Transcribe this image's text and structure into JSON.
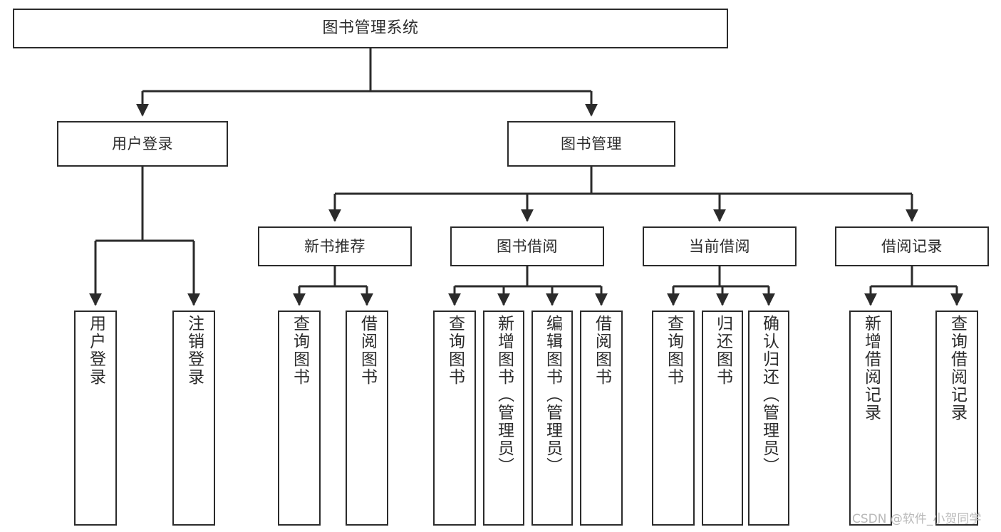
{
  "diagram": {
    "type": "hierarchy-tree",
    "title": "图书管理系统",
    "watermark": "CSDN @软件_小贺同学",
    "colors": {
      "box_border": "#2b2b2b",
      "box_fill": "#ffffff",
      "connector": "#2b2b2b",
      "text": "#2b2b2b",
      "watermark": "#b9b9b9"
    },
    "nodes": {
      "root": {
        "label": "图书管理系统"
      },
      "level2": [
        {
          "label": "用户登录"
        },
        {
          "label": "图书管理"
        }
      ],
      "level3": [
        {
          "label": "新书推荐"
        },
        {
          "label": "图书借阅"
        },
        {
          "label": "当前借阅"
        },
        {
          "label": "借阅记录"
        }
      ],
      "leaves": {
        "user_login": [
          {
            "label": "用户登录"
          },
          {
            "label": "注销登录"
          }
        ],
        "new_book_recommend": [
          {
            "label": "查询图书"
          },
          {
            "label": "借阅图书"
          }
        ],
        "book_borrow": [
          {
            "label": "查询图书"
          },
          {
            "label": "新增图书（管理员）"
          },
          {
            "label": "编辑图书（管理员）"
          },
          {
            "label": "借阅图书"
          }
        ],
        "current_borrow": [
          {
            "label": "查询图书"
          },
          {
            "label": "归还图书"
          },
          {
            "label": "确认归还（管理员）"
          }
        ],
        "borrow_record": [
          {
            "label": "新增借阅记录"
          },
          {
            "label": "查询借阅记录"
          }
        ]
      }
    }
  }
}
